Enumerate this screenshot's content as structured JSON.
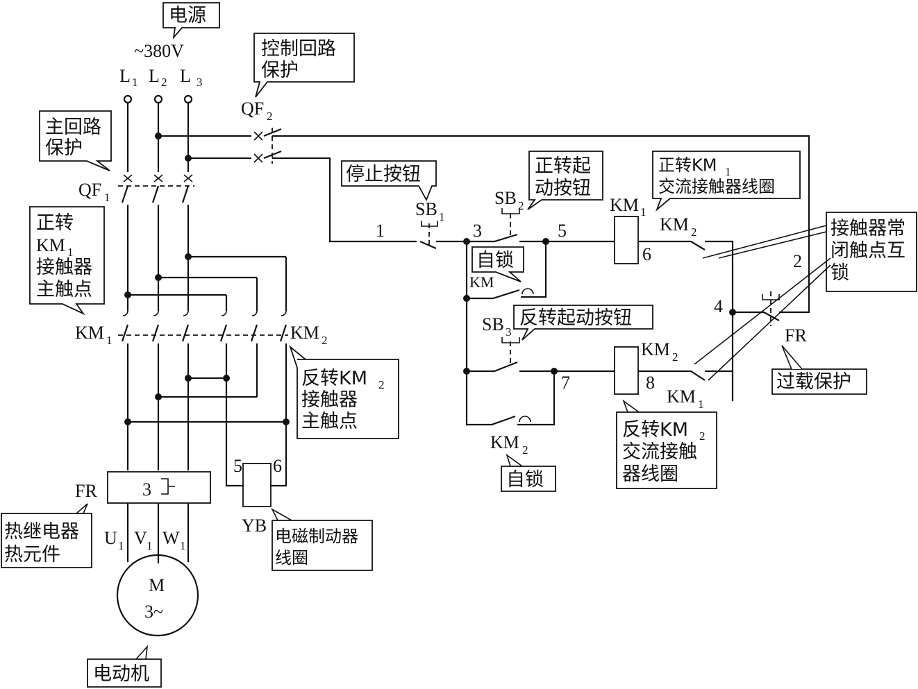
{
  "callouts": {
    "power": "电源",
    "control_protect_1": "控制回路",
    "control_protect_2": "保护",
    "main_protect_1": "主回路",
    "main_protect_2": "保护",
    "km1_main_1": "正转",
    "km1_main_2a": "KM",
    "km1_main_2b": "1",
    "km1_main_3": "接触器",
    "km1_main_4": "主触点",
    "stop_btn": "停止按钮",
    "fwd_start_1": "正转起",
    "fwd_start_2": "动按钮",
    "km1_coil_1a": "正转KM",
    "km1_coil_1b": "1",
    "km1_coil_2": "交流接触器线圈",
    "self_lock": "自锁",
    "rev_start": "反转起动按钮",
    "interlock_1": "接触器常",
    "interlock_2": "闭触点互",
    "interlock_3": "锁",
    "overload": "过载保护",
    "km2_main_1a": "反转KM",
    "km2_main_1b": "2",
    "km2_main_2": "接触器",
    "km2_main_3": "主触点",
    "km2_coil_1a": "反转KM",
    "km2_coil_1b": "2",
    "km2_coil_2": "交流接触",
    "km2_coil_3": "器线圈",
    "self_lock_2": "自锁",
    "thermal_1": "热继电器",
    "thermal_2": "热元件",
    "brake_1": "电磁制动器",
    "brake_2": "线圈",
    "motor_label": "电动机"
  },
  "labels": {
    "voltage": "~380V",
    "L": "L",
    "l1": "1",
    "l2": "2",
    "l3": "3",
    "QF": "QF",
    "qf1": "1",
    "qf2": "2",
    "KM": "KM",
    "km_1": "1",
    "km_2": "2",
    "SB": "SB",
    "sb1": "1",
    "sb2": "2",
    "sb3": "3",
    "FR": "FR",
    "YB": "YB",
    "U": "U",
    "V": "V",
    "W": "W",
    "uvw_sub": "1",
    "M": "M",
    "phase": "3~",
    "fr_num": "3",
    "n1": "1",
    "n2": "2",
    "n3": "3",
    "n4": "4",
    "n5": "5",
    "n6": "6",
    "n7": "7",
    "n8": "8",
    "yb5": "5",
    "yb6": "6"
  }
}
